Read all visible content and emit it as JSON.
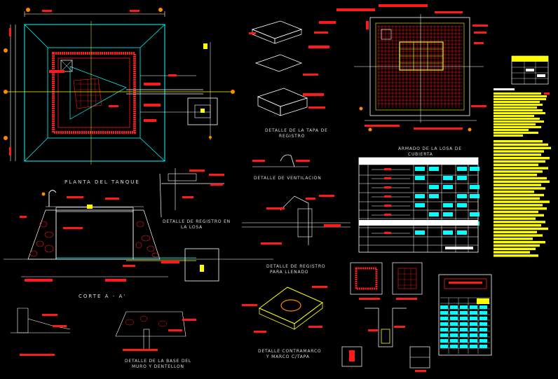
{
  "labels": {
    "plan": "PLANTA DEL TANQUE",
    "section": "CORTE A - A'",
    "lid_detail_1": "DETALLE DE LA TAPA DE",
    "lid_detail_2": "REGISTRO",
    "roof_slab_1": "ARMADO DE LA LOSA DE",
    "roof_slab_2": "CUBIERTA",
    "vent_detail": "DETALLE DE VENTILACION",
    "slab_reg_1": "DETALLE DE REGISTRO EN",
    "slab_reg_2": "LA LOSA",
    "reg_fill_1": "DETALLE DE REGISTRO",
    "reg_fill_2": "PARA LLENADO",
    "wall_base_1": "DETALLE DE LA BASE DEL",
    "wall_base_2": "MURO Y DENTELLON",
    "frame_1": "DETALLE CONTRAMARCO",
    "frame_2": "Y MARCO C/TAPA"
  },
  "colors": {
    "background": "#000000",
    "cad_red": "#ff1a1a",
    "cad_yellow": "#ffff00",
    "cad_cyan": "#00ffff",
    "cad_white": "#ffffff",
    "label_text": "#dddddd"
  }
}
